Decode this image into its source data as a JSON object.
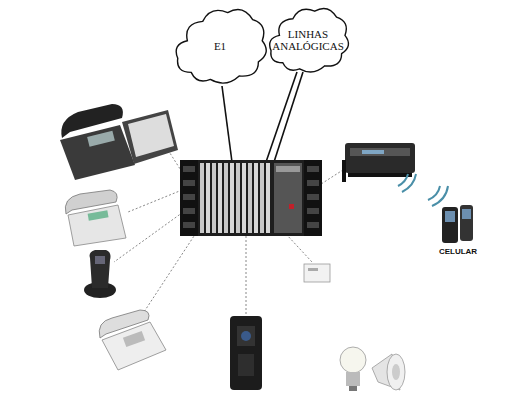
{
  "diagram": {
    "nodes": [
      {
        "text": [
          "E1"
        ]
      },
      {
        "text": [
          "LINHAS ANALÓGICAS"
        ]
      }
    ],
    "labels": [
      "CELULAR"
    ]
  }
}
